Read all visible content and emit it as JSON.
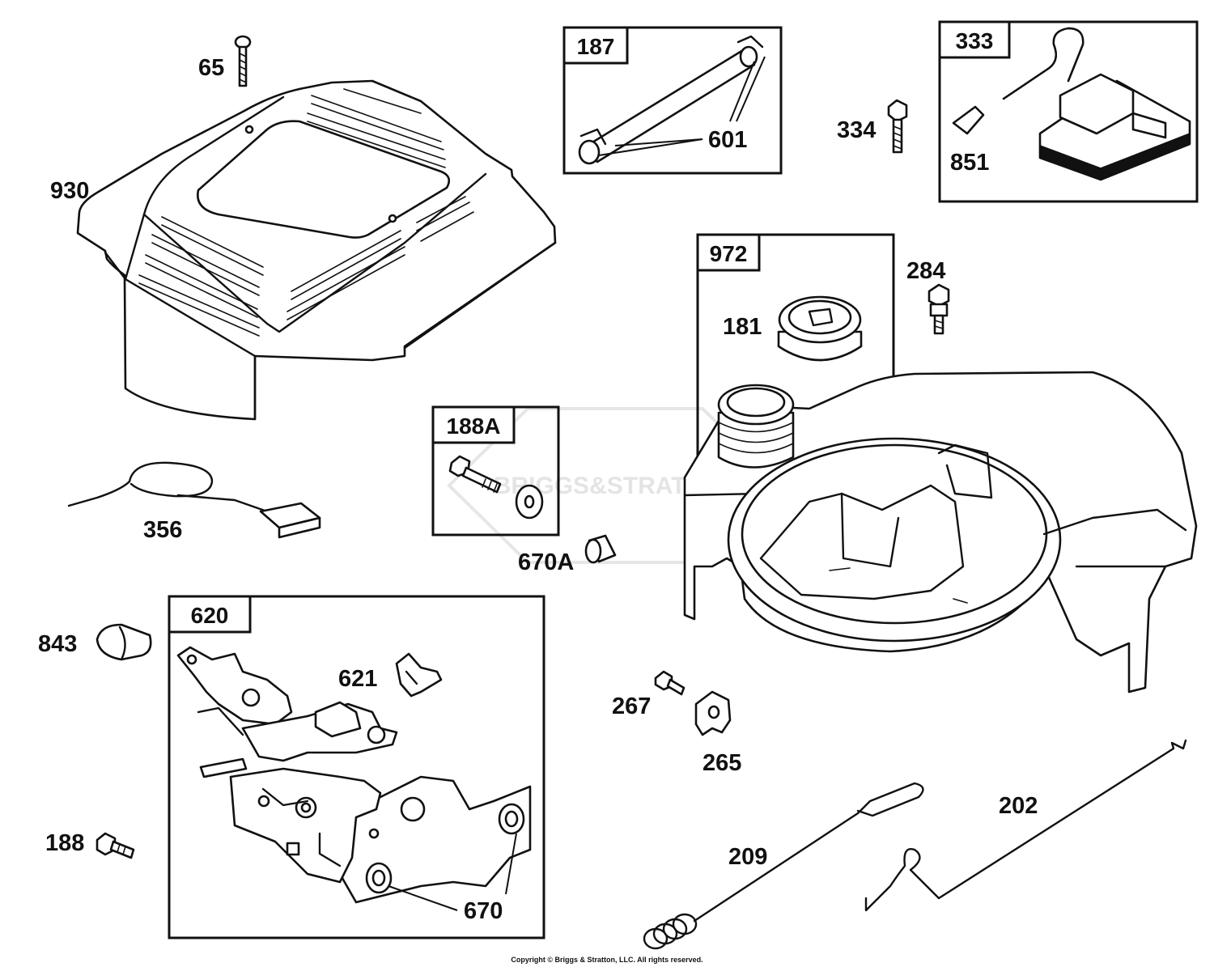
{
  "watermark": "BRIGGS&STRATTON",
  "copyright": "Copyright © Briggs & Stratton, LLC. All rights reserved.",
  "kit_boxes": {
    "k187": "187",
    "k333": "333",
    "k972": "972",
    "k188A": "188A",
    "k620": "620"
  },
  "part_labels": {
    "p65": "65",
    "p930": "930",
    "p601": "601",
    "p334": "334",
    "p851": "851",
    "p284": "284",
    "p181": "181",
    "p356": "356",
    "p670A": "670A",
    "p843": "843",
    "p621": "621",
    "p267": "267",
    "p265": "265",
    "p188": "188",
    "p202": "202",
    "p209": "209",
    "p670": "670"
  },
  "colors": {
    "ink": "#111111",
    "paper": "#ffffff",
    "watermark": "#e4e4e4"
  }
}
